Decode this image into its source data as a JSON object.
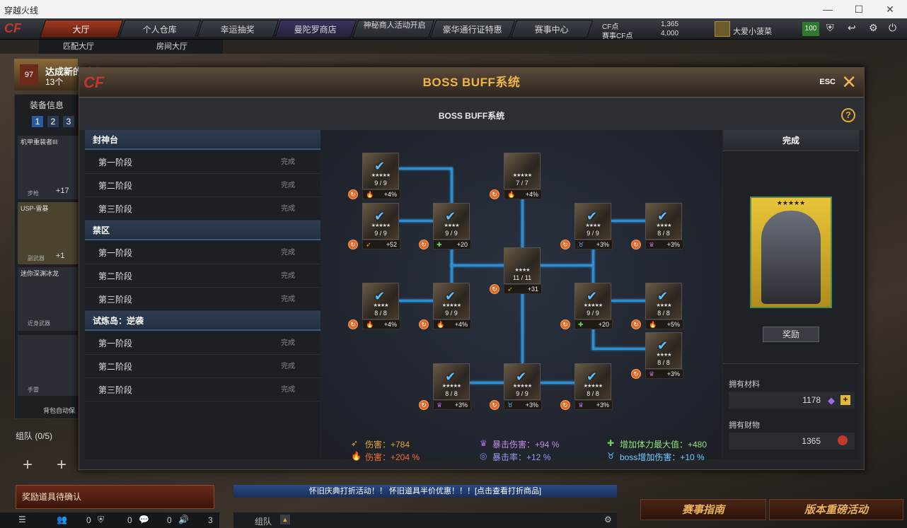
{
  "window": {
    "title": "穿越火线"
  },
  "nav": {
    "tabs": [
      "大厅",
      "个人仓库",
      "幸运抽奖",
      "曼陀罗商店",
      "神秘商人活动开启",
      "豪华通行证特惠",
      "赛事中心"
    ],
    "subtabs": [
      "匹配大厅",
      "房间大厅"
    ]
  },
  "currency": {
    "cf_label": "CF点",
    "cf_value": "1,365",
    "match_cf_label": "赛事CF点",
    "match_cf_value": "4,000"
  },
  "user": {
    "name": "大爱小菠菜",
    "hp": "100"
  },
  "banner": {
    "level": "97",
    "text": "达成新的活动",
    "count": "13个"
  },
  "left": {
    "equip_title": "装备信息",
    "tabs": [
      "1",
      "2",
      "3"
    ],
    "item1": "机甲重装者III",
    "item1_sub": "步枪",
    "item1_val": "+17",
    "item2": "USP-雷暴",
    "item2_sub": "副武器",
    "item2_val": "+1",
    "item3": "迷你深渊冰龙",
    "item3_sub": "近身武器",
    "item4_sub": "手雷",
    "backpack": "背包自动保",
    "team": "组队 (0/5)"
  },
  "modal": {
    "title": "BOSS BUFF系统",
    "esc": "ESC",
    "subtitle": "BOSS BUFF系统",
    "help": "?"
  },
  "stages": [
    {
      "group": "封神台",
      "items": [
        {
          "label": "第一阶段",
          "status": "完成"
        },
        {
          "label": "第二阶段",
          "status": "完成"
        },
        {
          "label": "第三阶段",
          "status": "完成"
        }
      ]
    },
    {
      "group": "禁区",
      "items": [
        {
          "label": "第一阶段",
          "status": "完成"
        },
        {
          "label": "第二阶段",
          "status": "完成"
        },
        {
          "label": "第三阶段",
          "status": "完成"
        }
      ]
    },
    {
      "group": "试炼岛：逆袭",
      "items": [
        {
          "label": "第一阶段",
          "status": "完成"
        },
        {
          "label": "第二阶段",
          "status": "完成"
        },
        {
          "label": "第三阶段",
          "status": "完成"
        }
      ]
    }
  ],
  "nodes": [
    {
      "id": "n1",
      "count": "9 / 9",
      "stars": "★★★★★",
      "bonus": "+4%",
      "type": "fire"
    },
    {
      "id": "n2",
      "count": "7 / 7",
      "stars": "★★★★★",
      "bonus": "+4%",
      "type": "fire"
    },
    {
      "id": "n3",
      "count": "9 / 9",
      "stars": "★★★★★",
      "bonus": "+52",
      "type": "damage"
    },
    {
      "id": "n4",
      "count": "9 / 9",
      "stars": "★★★★",
      "bonus": "+20",
      "type": "hp"
    },
    {
      "id": "n5",
      "count": "9 / 9",
      "stars": "★★★★",
      "bonus": "+3%",
      "type": "boss"
    },
    {
      "id": "n6",
      "count": "8 / 8",
      "stars": "★★★★",
      "bonus": "+3%",
      "type": "crit"
    },
    {
      "id": "n7",
      "count": "11 / 11",
      "stars": "★★★★",
      "bonus": "+31",
      "type": "damage"
    },
    {
      "id": "n8",
      "count": "8 / 8",
      "stars": "★★★★",
      "bonus": "+4%",
      "type": "fire"
    },
    {
      "id": "n9",
      "count": "9 / 9",
      "stars": "★★★★★",
      "bonus": "+4%",
      "type": "fire"
    },
    {
      "id": "n10",
      "count": "9 / 9",
      "stars": "★★★★★",
      "bonus": "+20",
      "type": "hp"
    },
    {
      "id": "n11",
      "count": "8 / 8",
      "stars": "★★★★",
      "bonus": "+5%",
      "type": "fire"
    },
    {
      "id": "n12",
      "count": "8 / 8",
      "stars": "★★★★",
      "bonus": "+3%",
      "type": "crit"
    },
    {
      "id": "n13",
      "count": "8 / 8",
      "stars": "★★★★★",
      "bonus": "+3%",
      "type": "crit"
    },
    {
      "id": "n14",
      "count": "9 / 9",
      "stars": "★★★★★",
      "bonus": "+3%",
      "type": "boss"
    },
    {
      "id": "n15",
      "count": "8 / 8",
      "stars": "★★★★★",
      "bonus": "+3%",
      "type": "crit"
    }
  ],
  "summary": {
    "dmg": "伤害：+784",
    "dmg_pct": "伤害：+204 %",
    "crit_dmg": "暴击伤害：+94 %",
    "crit_rate": "暴击率：+12 %",
    "hp": "增加体力最大值：+480",
    "boss": "boss增加伤害：+10 %"
  },
  "right": {
    "header": "完成",
    "card_stars": "★★★★★",
    "reward": "奖励",
    "mat_label": "拥有材料",
    "mat_value": "1178",
    "wealth_label": "拥有财物",
    "wealth_value": "1365"
  },
  "bottom": {
    "reward_confirm": "奖励道具待确认",
    "marquee": "怀旧庆典打折活动！！ 怀旧道具半价优惠！！！[点击查看打折商品]",
    "team_label": "组队",
    "counts": [
      "0",
      "0",
      "0",
      "3"
    ],
    "btn_guide": "赛事指南",
    "btn_event": "版本重磅活动"
  },
  "colors": {
    "accent": "#f0b44c",
    "line": "#2b8fd8",
    "fire": "#e06a2a"
  }
}
